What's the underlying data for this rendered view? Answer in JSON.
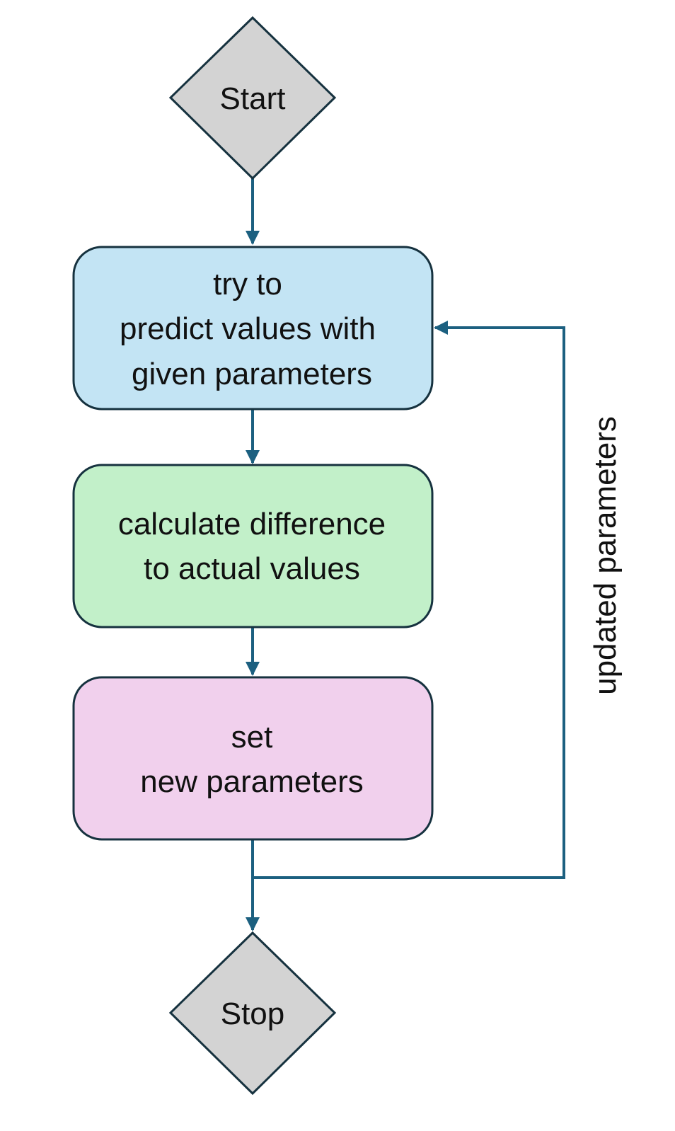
{
  "diagram": {
    "type": "flowchart",
    "nodes": {
      "start": {
        "shape": "diamond",
        "label": "Start",
        "fill": "#d3d3d3",
        "stroke": "#16323f"
      },
      "predict": {
        "shape": "rounded-rect",
        "lines": [
          "try to",
          "predict values with",
          "given parameters"
        ],
        "fill": "#c3e4f4",
        "stroke": "#16323f"
      },
      "calculate": {
        "shape": "rounded-rect",
        "lines": [
          "calculate difference",
          "to actual values"
        ],
        "fill": "#c2f0c9",
        "stroke": "#16323f"
      },
      "set": {
        "shape": "rounded-rect",
        "lines": [
          "set",
          "new parameters"
        ],
        "fill": "#f1d0ed",
        "stroke": "#16323f"
      },
      "stop": {
        "shape": "diamond",
        "label": "Stop",
        "fill": "#d3d3d3",
        "stroke": "#16323f"
      }
    },
    "edges": [
      {
        "from": "start",
        "to": "predict"
      },
      {
        "from": "predict",
        "to": "calculate"
      },
      {
        "from": "calculate",
        "to": "set"
      },
      {
        "from": "set",
        "to": "stop"
      },
      {
        "from": "set",
        "to": "predict",
        "label": "updated parameters"
      }
    ],
    "feedback_label": "updated parameters",
    "edge_color": "#1c6080"
  }
}
